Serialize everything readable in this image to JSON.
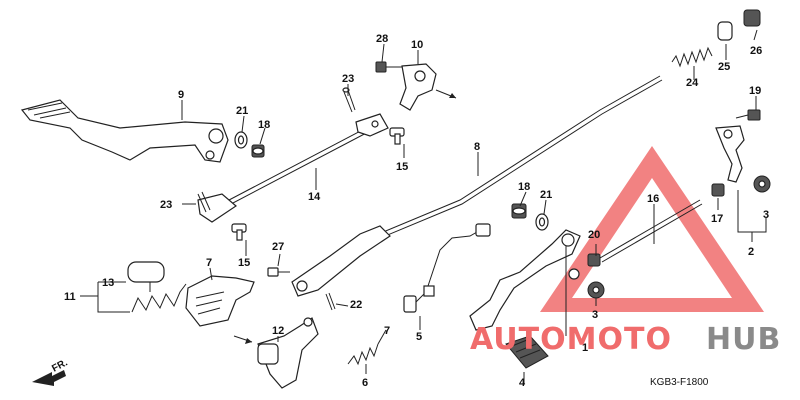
{
  "diagram": {
    "callouts": {
      "p1": "1",
      "p2": "2",
      "p3a": "3",
      "p3b": "3",
      "p4": "4",
      "p5": "5",
      "p6": "6",
      "p7a": "7",
      "p7b": "7",
      "p8": "8",
      "p9": "9",
      "p10": "10",
      "p11": "11",
      "p12": "12",
      "p13": "13",
      "p14": "14",
      "p15a": "15",
      "p15b": "15",
      "p16": "16",
      "p17": "17",
      "p18a": "18",
      "p18b": "18",
      "p19": "19",
      "p20": "20",
      "p21a": "21",
      "p21b": "21",
      "p22": "22",
      "p23a": "23",
      "p23b": "23",
      "p24": "24",
      "p25": "25",
      "p26": "26",
      "p27": "27",
      "p28": "28"
    },
    "front_label": "FR.",
    "reference_code": "KGB3-F1800",
    "watermark": {
      "part1": "AUTOMOTO",
      "part2": "HUB"
    },
    "colors": {
      "watermark_red": "#f06c6c",
      "watermark_grey": "#8a8a8a",
      "line": "#222222"
    }
  }
}
